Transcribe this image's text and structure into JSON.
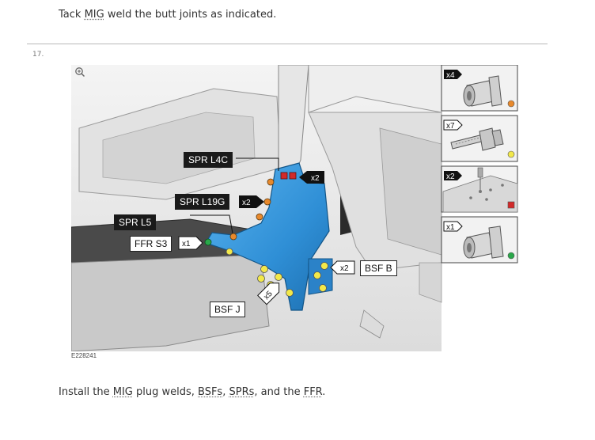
{
  "header_instruction": {
    "prefix": "Tack ",
    "abbr": "MIG",
    "suffix": " weld the butt joints as indicated."
  },
  "step_number": "17.",
  "figure": {
    "figure_id": "E228241",
    "zoom_icon": "zoom-in-icon",
    "callouts": {
      "spr_l4c": "SPR L4C",
      "spr_l19g": "SPR L19G",
      "spr_l5": "SPR L5",
      "ffr_s3": "FFR S3",
      "bsf_b": "BSF B",
      "bsf_j": "BSF J"
    },
    "quantities": {
      "spr_l4c": "x2",
      "spr_l19g": "x2",
      "ffr_s3": "x1",
      "bsf_b": "x2",
      "bsf_j": "x5"
    },
    "legend": [
      {
        "qty": "x4",
        "icon": "self-pierce-rivet-icon",
        "color": "#e8892c"
      },
      {
        "qty": "x7",
        "icon": "blind-stud-fastener-icon",
        "color": "#f2e84a"
      },
      {
        "qty": "x2",
        "icon": "plug-weld-icon",
        "color": "#d22a2a"
      },
      {
        "qty": "x1",
        "icon": "flow-form-rivet-icon",
        "color": "#2aa84a"
      }
    ],
    "panel_color": "#2f8fd6"
  },
  "footer_instruction": {
    "t1": "Install the ",
    "a1": "MIG",
    "t2": " plug welds, ",
    "a2": "BSFs",
    "t3": ", ",
    "a3": "SPRs",
    "t4": ", and the ",
    "a4": "FFR",
    "t5": "."
  }
}
